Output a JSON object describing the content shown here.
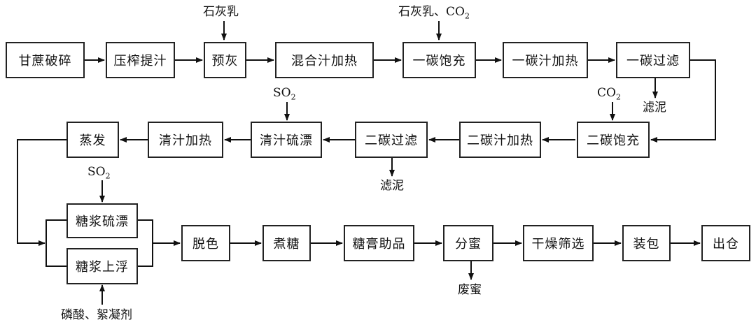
{
  "nodes": {
    "n1": "甘蔗破碎",
    "n2": "压榨提汁",
    "n3": "预灰",
    "n4": "混合汁加热",
    "n5": "一碳饱充",
    "n6": "一碳汁加热",
    "n7": "一碳过滤",
    "n8": "二碳饱充",
    "n9": "二碳汁加热",
    "n10": "二碳过滤",
    "n11": "清汁硫漂",
    "n12": "清汁加热",
    "n13": "蒸发",
    "n14": "糖浆硫漂",
    "n15": "糖浆上浮",
    "n16": "脱色",
    "n17": "煮糖",
    "n18": "糖膏助品",
    "n19": "分蜜",
    "n20": "干燥筛选",
    "n21": "装包",
    "n22": "出仓"
  },
  "inputs": {
    "lime_milk": "石灰乳",
    "lime_milk_co2_a": "石灰乳、CO",
    "lime_milk_co2_b": "2",
    "co2_a": "CO",
    "co2_b": "2",
    "so2_1a": "SO",
    "so2_1b": "2",
    "so2_2a": "SO",
    "so2_2b": "2",
    "phosphoric": "磷酸、絮凝剂"
  },
  "outputs": {
    "mud_1": "滤泥",
    "mud_2": "滤泥",
    "waste_molasses": "废蜜"
  }
}
